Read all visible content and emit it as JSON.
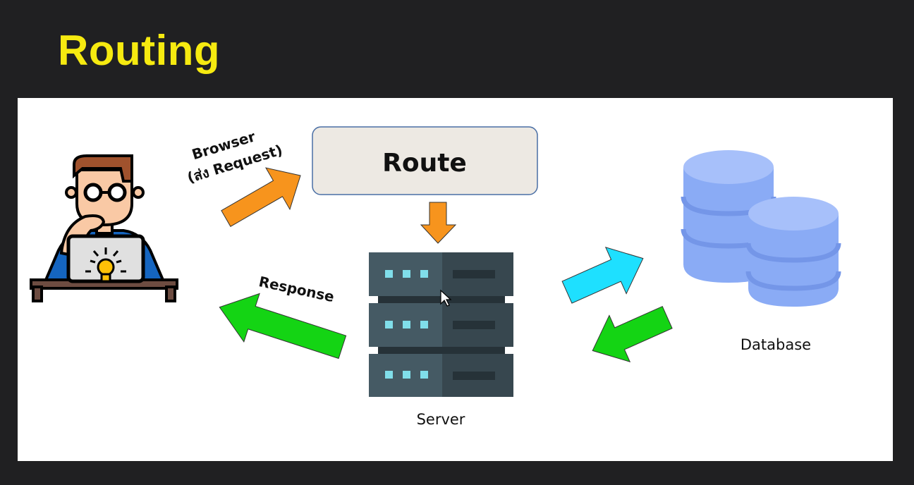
{
  "slide": {
    "title": "Routing"
  },
  "diagram": {
    "route_label": "Route",
    "request_label_line1": "Browser",
    "request_label_line2": "(ส่ง Request)",
    "response_label": "Response",
    "server_label": "Server",
    "database_label": "Database"
  },
  "colors": {
    "background": "#202022",
    "title": "#f6ea10",
    "panel": "#ffffff",
    "route_box_fill": "#ede9e3",
    "route_box_border": "#4a6fa5",
    "request_arrow": "#f7941d",
    "response_arrow": "#14d414",
    "db_query_arrow": "#1ee0ff",
    "db_result_arrow": "#14d414",
    "server_dark": "#37474f",
    "server_light": "#455a64",
    "server_led": "#80deea",
    "database": "#8aabf5"
  },
  "icons": {
    "user": "developer-at-laptop-icon",
    "server": "server-rack-icon",
    "database": "database-cylinders-icon"
  }
}
